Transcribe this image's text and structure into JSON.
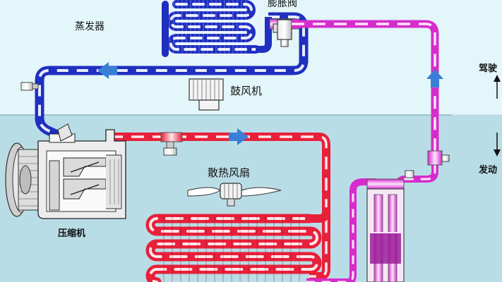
{
  "labels": {
    "evaporator": "蒸发器",
    "expansion_valve": "膨胀阀",
    "blower": "鼓风机",
    "radiator_fan": "散热风扇",
    "compressor": "压缩机",
    "cabin": "驾驶",
    "engine": "发动"
  },
  "colors": {
    "cabin_bg": "#e3f6fa",
    "engine_bg": "#b9dde6",
    "low_pressure_line": "#1f33c8",
    "high_pressure_gas_line": "#e8203a",
    "high_pressure_liquid_line": "#e23fd9",
    "flow_arrow": "#3a7fd6"
  }
}
